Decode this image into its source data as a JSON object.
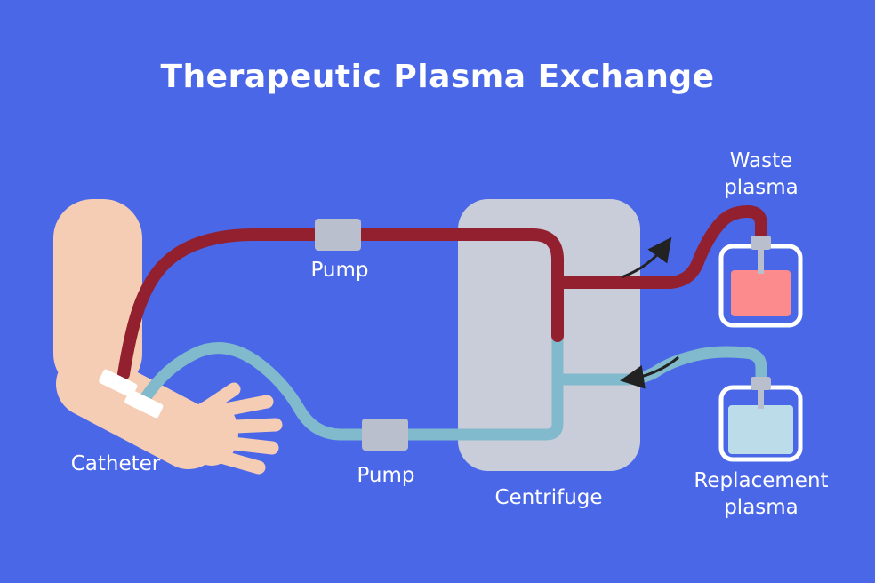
{
  "title": "Therapeutic Plasma Exchange",
  "diagram": {
    "catheter_label": "Catheter",
    "pump_top_label": "Pump",
    "pump_bottom_label": "Pump",
    "centrifuge_label": "Centrifuge",
    "waste_plasma_label": "Waste plasma",
    "replacement_plasma_label": "Replacement plasma"
  },
  "colors": {
    "background": "#4A67E8",
    "title_text": "#FFFFFF",
    "label_text": "#FFFFFF",
    "blood_tube": "#92202F",
    "plasma_tube": "#80BACC",
    "centrifuge_body": "#C9CDDA",
    "pump_body": "#B9BFCC",
    "skin": "#F5CDB4",
    "waste_fluid": "#FB8B8C",
    "replacement_fluid": "#BCDCEA",
    "bag_outline": "#FFFFFF",
    "catheter_patch": "#FFFFFF",
    "flow_arrow": "#222222"
  }
}
